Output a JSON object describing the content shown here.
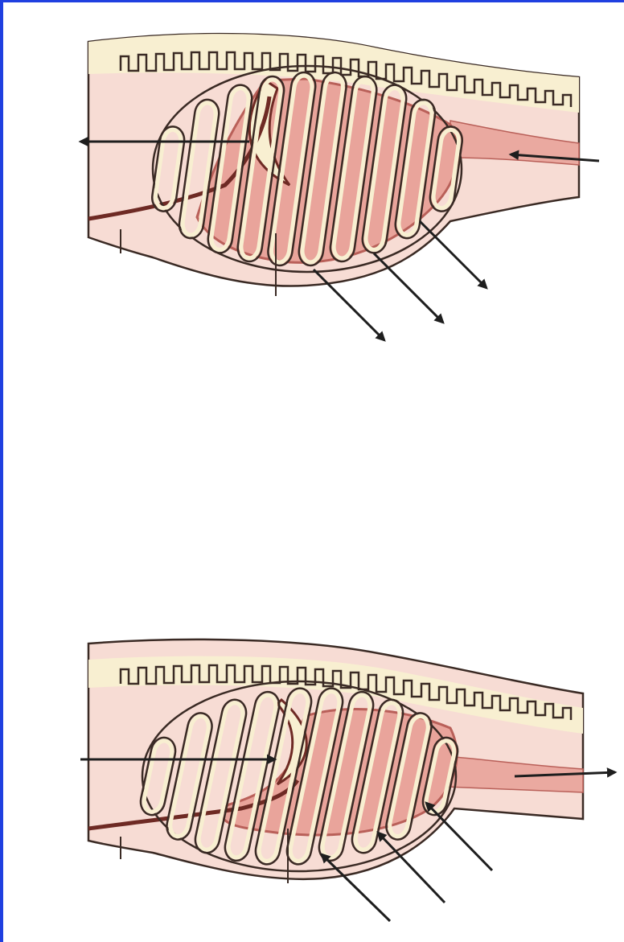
{
  "figure": {
    "panels": [
      {
        "id": "exhalation",
        "arrow_direction": "outward"
      },
      {
        "id": "inhalation",
        "arrow_direction": "inward"
      }
    ]
  },
  "colors": {
    "frame_border": "#1f3fe0",
    "body_fill": "#f7dcd4",
    "band_fill": "#f8efd1",
    "rib_fill": "#f8efd1",
    "outline": "#3a2a24",
    "lung_fill": "#e9a49b",
    "lung_dark": "#b96059",
    "trachea_fill": "#eaa9a0",
    "vessel": "#6e2a24",
    "arrow": "#1e1e1e"
  },
  "icons": [
    "arrow-icon"
  ]
}
